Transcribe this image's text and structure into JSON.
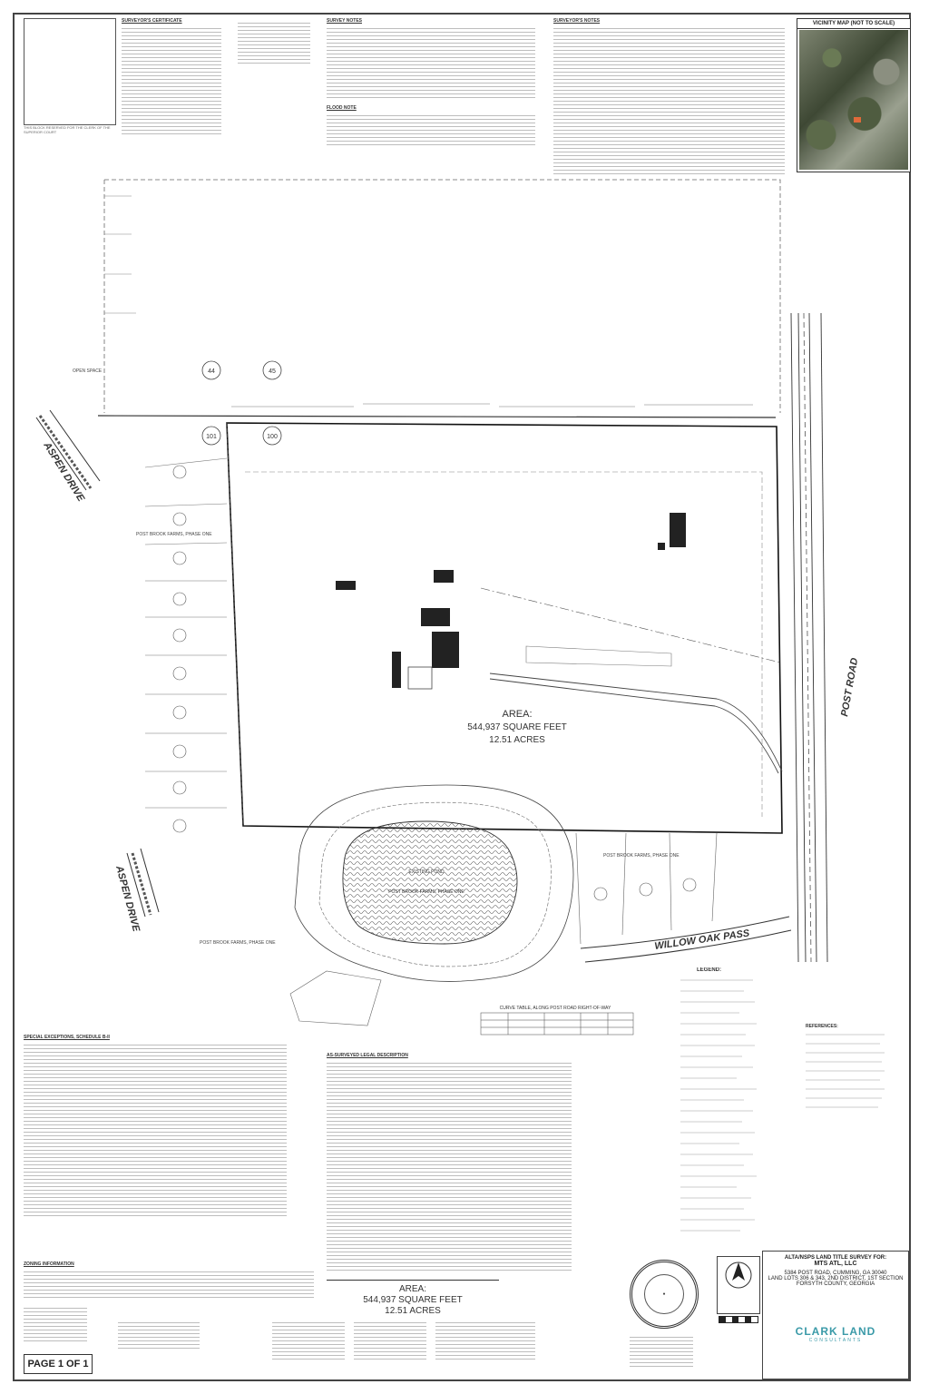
{
  "header": {
    "surveyor_certificate_heading": "SURVEYOR'S CERTIFICATE",
    "survey_notes_heading": "SURVEY NOTES",
    "flood_notes_heading": "FLOOD NOTE",
    "surveyors_notes_heading": "SURVEYOR'S NOTES",
    "left_note": "THIS BLOCK RESERVED FOR THE CLERK OF THE SUPERIOR COURT"
  },
  "vicinity_map": {
    "title": "VICINITY MAP (NOT TO SCALE)"
  },
  "plat": {
    "area_label": "AREA:",
    "area_sqft": "544,937 SQUARE FEET",
    "area_acres": "12.51 ACRES",
    "road_post": "POST ROAD",
    "road_aspen_top": "ASPEN DRIVE",
    "road_aspen_bottom": "ASPEN DRIVE",
    "road_willow": "WILLOW OAK PASS",
    "lot_bubbles": [
      "44",
      "45",
      "101",
      "100"
    ],
    "open_space": "OPEN SPACE",
    "subdivision_left_top": "POST BROOK FARMS, PHASE ONE",
    "subdivision_bottom_left": "POST BROOK FARMS, PHASE ONE",
    "subdivision_bottom_right": "POST BROOK FARMS, PHASE ONE",
    "pond_label": "POST BROOK FARMS, PHASE ONE",
    "existing_pond": "EXISTING POND",
    "curve_table_title": "CURVE TABLE, ALONG POST ROAD RIGHT-OF-WAY"
  },
  "notes_bottom": {
    "exceptions_heading": "SPECIAL EXCEPTIONS, SCHEDULE B-II",
    "description_heading": "AS-SURVEYED LEGAL DESCRIPTION",
    "legend_heading": "LEGEND:",
    "references_heading": "REFERENCES:",
    "zoning_heading": "ZONING INFORMATION"
  },
  "title_block": {
    "line1": "ALTA/NSPS LAND TITLE SURVEY FOR:",
    "line2": "MTS ATL, LLC",
    "line3": "5384 POST ROAD, CUMMING, GA 30040",
    "line4": "LAND LOTS 306 & 343, 2ND DISTRICT, 1ST SECTION",
    "line5": "FORSYTH COUNTY, GEORGIA"
  },
  "logo": {
    "name": "CLARK LAND",
    "sub": "CONSULTANTS"
  },
  "bottom_area": {
    "area_label": "AREA:",
    "area_sqft": "544,937 SQUARE FEET",
    "area_acres": "12.51 ACRES"
  },
  "page_label": "PAGE 1 OF 1"
}
